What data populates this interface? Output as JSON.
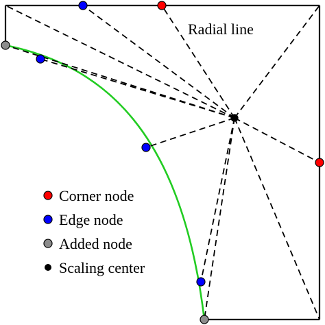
{
  "annotation": "Radial line",
  "legend": [
    {
      "label": "Corner node",
      "color": "#ff0000"
    },
    {
      "label": "Edge node",
      "color": "#0000ff"
    },
    {
      "label": "Added node",
      "color": "#8c8c8c"
    },
    {
      "label": "Scaling center",
      "color": "#000000"
    }
  ],
  "colors": {
    "boundary": "#000000",
    "curved_edge": "#22cc22",
    "radial_line": "#000000"
  }
}
